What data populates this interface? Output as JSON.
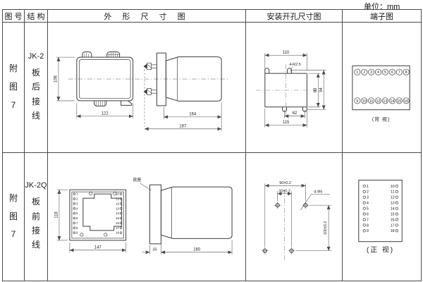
{
  "unit_label": "单位：mm",
  "table": {
    "headers": {
      "figure_no": "图 号",
      "structure": "结 构",
      "outline": "外 形 尺 寸 图",
      "install": "安装开孔尺寸图",
      "terminal": "端子图"
    },
    "rows": [
      {
        "figure_no": "附图7",
        "model": "JK-2",
        "wiring": "板后接线",
        "outline": {
          "height": "106",
          "width": "122",
          "case_depth": "164",
          "total_depth": "187"
        },
        "install": {
          "top_width": "110",
          "holes_note": "4-R2.5",
          "inner_height": "80",
          "outer_height": "94",
          "inner_width": "62",
          "outer_width": "115"
        },
        "terminal": {
          "top_numbers": [
            "1",
            "2",
            "3",
            "4",
            "5",
            "6",
            "7",
            "8"
          ],
          "bottom_numbers": [
            "9",
            "10",
            "11",
            "12",
            "13",
            "14",
            "15",
            "16"
          ],
          "caption": "(背 视)"
        }
      },
      {
        "figure_no": "附图7",
        "model": "JK-2Q",
        "wiring": "板前接线",
        "outline": {
          "base_label": "底座",
          "height": "118",
          "width": "147",
          "base_depth": "35",
          "case_depth": "160",
          "left_terminals": [
            "1",
            "2",
            "3",
            "4",
            "5",
            "6",
            "7",
            "8",
            "9"
          ],
          "right_terminals": [
            "10",
            "11",
            "12",
            "13",
            "14",
            "15",
            "16",
            "17",
            "18"
          ]
        },
        "install": {
          "top_width": "90±0.2",
          "inner_width": "30±0.2",
          "holes_note": "4-Φ6",
          "height": "100±0.2"
        },
        "terminal": {
          "left_numbers": [
            "1",
            "2",
            "3",
            "4",
            "5",
            "6",
            "7",
            "8",
            "9"
          ],
          "right_numbers": [
            "10",
            "11",
            "12",
            "13",
            "14",
            "15",
            "16",
            "17",
            "18"
          ],
          "caption": "(正 视)"
        }
      }
    ]
  }
}
